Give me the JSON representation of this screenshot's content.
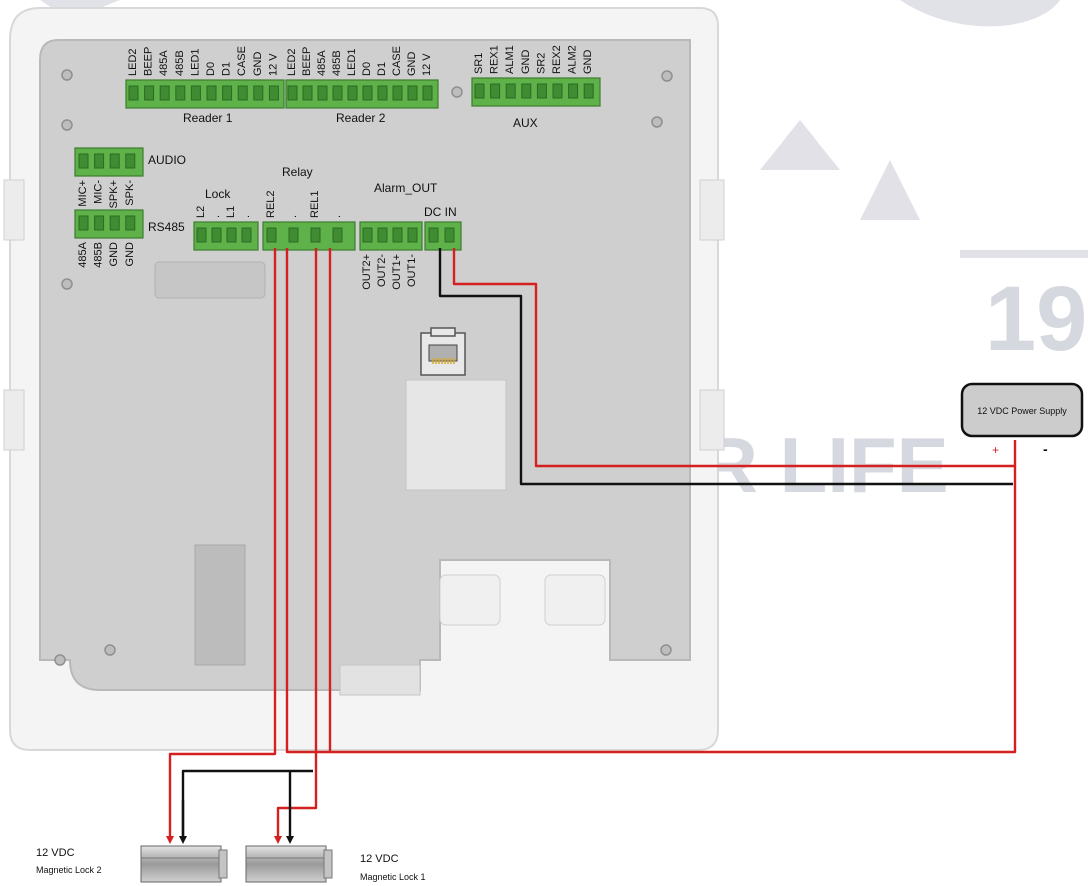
{
  "watermark": {
    "slogan": "WE SECURE YOUR LIFE",
    "digits": "19"
  },
  "connectors": {
    "reader1_pins": [
      "LED2",
      "BEEP",
      "485A",
      "485B",
      "LED1",
      "D0",
      "D1",
      "CASE",
      "GND",
      "12 V"
    ],
    "reader2_pins": [
      "LED2",
      "BEEP",
      "485A",
      "485B",
      "LED1",
      "D0",
      "D1",
      "CASE",
      "GND",
      "12 V"
    ],
    "aux_pins": [
      "SR1",
      "REX1",
      "ALM1",
      "GND",
      "SR2",
      "REX2",
      "ALM2",
      "GND"
    ],
    "audio_pins": [
      "MIC+",
      "MIC-",
      "SPK+",
      "SPK-"
    ],
    "rs485_pins": [
      "485A",
      "485B",
      "GND",
      "GND"
    ],
    "lock_pins": [
      "L2",
      ".",
      "L1",
      "."
    ],
    "relay_pins": [
      "REL2",
      ".",
      "REL1",
      "."
    ],
    "alarm_pins": [
      "OUT2+",
      "OUT2-",
      "OUT1+",
      "OUT1-"
    ]
  },
  "labels": {
    "reader1": "Reader 1",
    "reader2": "Reader 2",
    "aux": "AUX",
    "audio": "AUDIO",
    "rs485": "RS485",
    "lock": "Lock",
    "relay": "Relay",
    "alarm_out": "Alarm_OUT",
    "dc_in": "DC IN"
  },
  "power_supply": {
    "label": "12 VDC Power Supply",
    "plus": "+",
    "minus": "-"
  },
  "lock2": {
    "voltage": "12 VDC",
    "name": "Magnetic Lock 2"
  },
  "lock1": {
    "voltage": "12 VDC",
    "name": "Magnetic Lock 1"
  },
  "colors": {
    "positive_wire": "#d42020",
    "negative_wire": "#111111",
    "terminal": "#5fb24a",
    "board": "#cfcfcf"
  }
}
